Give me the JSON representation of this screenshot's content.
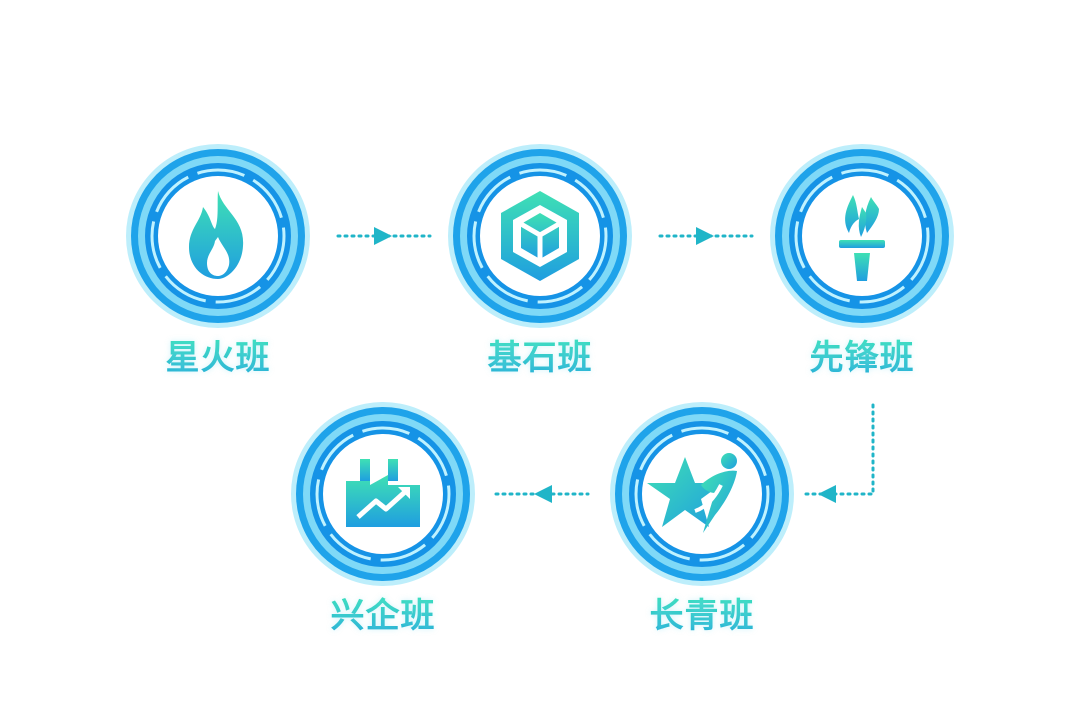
{
  "colors": {
    "ring_outer": "#1593e6",
    "ring_glow": "#a6e8fb",
    "ring_inner_fill": "#ffffff",
    "icon_gradient_top": "#3fe0b4",
    "icon_gradient_bottom": "#1f9ee0",
    "connector": "#20b5c8"
  },
  "stages": [
    {
      "label": "星火班",
      "icon": "flame-icon"
    },
    {
      "label": "基石班",
      "icon": "cube-icon"
    },
    {
      "label": "先锋班",
      "icon": "torch-icon"
    },
    {
      "label": "长青班",
      "icon": "star-person-icon"
    },
    {
      "label": "兴企班",
      "icon": "factory-growth-icon"
    }
  ],
  "flow": [
    "星火班",
    "基石班",
    "先锋班",
    "长青班",
    "兴企班"
  ]
}
